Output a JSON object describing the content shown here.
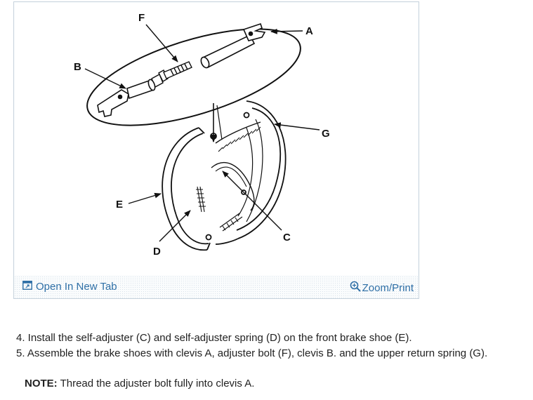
{
  "figure": {
    "callouts": {
      "a": "A",
      "b": "B",
      "c": "C",
      "d": "D",
      "e": "E",
      "f": "F",
      "g": "G"
    },
    "toolbar": {
      "open_tab_label": "Open In New Tab",
      "zoom_label": "Zoom/Print",
      "open_tab_icon": "open-tab-icon",
      "zoom_icon": "magnifier-icon",
      "link_color": "#2e6fa6"
    }
  },
  "instructions": {
    "steps": [
      "4. Install the self-adjuster (C) and self-adjuster spring (D) on the front brake shoe (E).",
      "5. Assemble the brake shoes with clevis A, adjuster bolt (F), clevis B. and the upper return spring (G)."
    ],
    "note_label": "NOTE:",
    "note_text": " Thread the adjuster bolt fully into clevis A."
  }
}
